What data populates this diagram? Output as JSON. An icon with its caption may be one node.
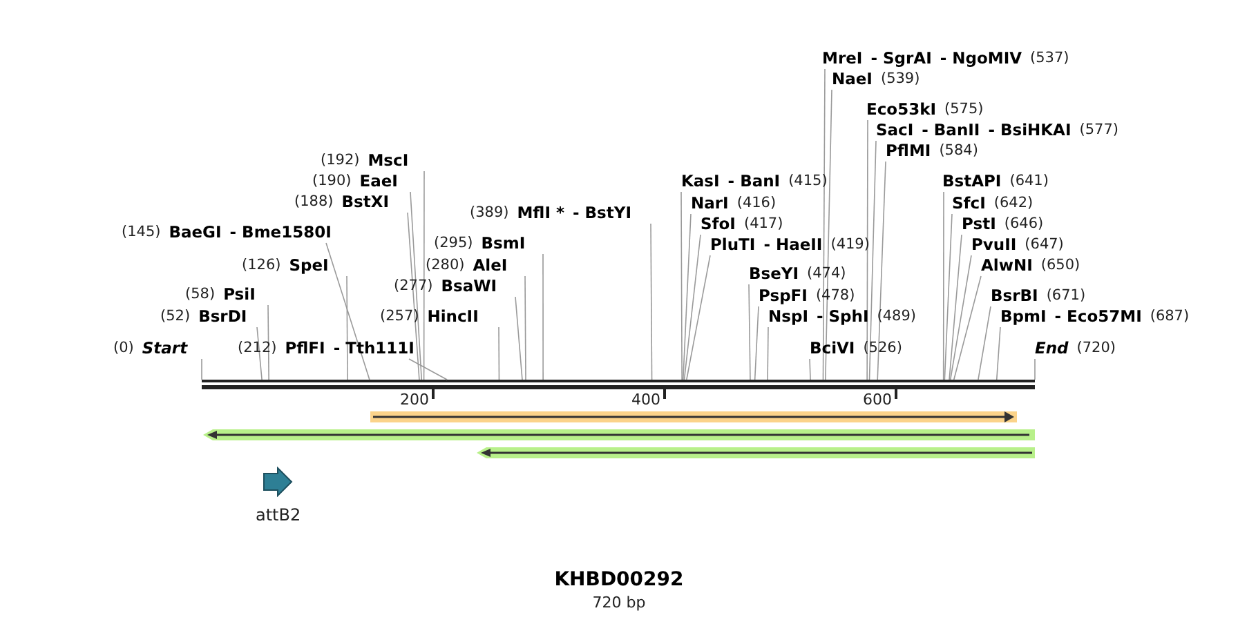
{
  "diagram": {
    "title": "KHBD00292",
    "caption": "720 bp",
    "nodes": [
      {
        "text": [
          "MreI",
          "- SgrAI",
          "- NgoMIV",
          "(537)"
        ]
      },
      {
        "text": [
          "NaeI",
          "(539)"
        ]
      },
      {
        "text": [
          "Eco53kI",
          "(575)"
        ]
      },
      {
        "text": [
          "SacI",
          "- BanII",
          "- BsiHKAI",
          "(577)"
        ]
      },
      {
        "text": [
          "PflMI",
          "(584)"
        ]
      },
      {
        "text": [
          "(192)",
          "MscI"
        ]
      },
      {
        "text": [
          "(190)",
          "EaeI"
        ]
      },
      {
        "text": [
          "KasI",
          "- BanI",
          "(415)"
        ]
      },
      {
        "text": [
          "BstAPI",
          "(641)"
        ]
      },
      {
        "text": [
          "(188)",
          "BstXI"
        ]
      },
      {
        "text": [
          "NarI",
          "(416)"
        ]
      },
      {
        "text": [
          "SfcI",
          "(642)"
        ]
      },
      {
        "text": [
          "(145)",
          "BaeGI",
          "- Bme1580I"
        ]
      },
      {
        "text": [
          "(389)",
          "MflI *",
          "- BstYI"
        ]
      },
      {
        "text": [
          "SfoI",
          "(417)"
        ]
      },
      {
        "text": [
          "PstI",
          "(646)"
        ]
      },
      {
        "text": [
          "PluTI",
          "- HaeII",
          "(419)"
        ]
      },
      {
        "text": [
          "(295)",
          "BsmI"
        ]
      },
      {
        "text": [
          "PvuII",
          "(647)"
        ]
      },
      {
        "text": [
          "(126)",
          "SpeI"
        ]
      },
      {
        "text": [
          "(280)",
          "AleI"
        ]
      },
      {
        "text": [
          "AlwNI",
          "(650)"
        ]
      },
      {
        "text": [
          "BseYI",
          "(474)"
        ]
      },
      {
        "text": [
          "(58)",
          "PsiI"
        ]
      },
      {
        "text": [
          "(277)",
          "BsaWI"
        ]
      },
      {
        "text": [
          "PspFI",
          "(478)"
        ]
      },
      {
        "text": [
          "BsrBI",
          "(671)"
        ]
      },
      {
        "text": [
          "(52)",
          "BsrDI"
        ]
      },
      {
        "text": [
          "(257)",
          "HincII"
        ]
      },
      {
        "text": [
          "NspI",
          "- SphI",
          "(489)"
        ]
      },
      {
        "text": [
          "BpmI",
          "- Eco57MI",
          "(687)"
        ]
      },
      {
        "text": [
          "(0)",
          "Start"
        ]
      },
      {
        "text": [
          "(212)",
          "PflFI",
          "- Tth111I"
        ]
      },
      {
        "text": [
          "BciVI",
          "(526)"
        ]
      },
      {
        "text": [
          "End",
          "(720)"
        ]
      },
      {
        "text": [],
        "shape": "bar"
      },
      {
        "text": [
          "attB2"
        ]
      }
    ],
    "edges": [
      {
        "from": 0,
        "to": 35,
        "arrow": "none"
      },
      {
        "from": 1,
        "to": 35,
        "arrow": "none"
      },
      {
        "from": 2,
        "to": 35,
        "arrow": "none"
      },
      {
        "from": 3,
        "to": 35,
        "arrow": "none"
      },
      {
        "from": 4,
        "to": 35,
        "arrow": "none"
      },
      {
        "from": 5,
        "to": 35,
        "arrow": "none"
      },
      {
        "from": 6,
        "to": 35,
        "arrow": "none"
      },
      {
        "from": 7,
        "to": 35,
        "arrow": "none"
      },
      {
        "from": 8,
        "to": 35,
        "arrow": "none"
      },
      {
        "from": 9,
        "to": 35,
        "arrow": "none"
      },
      {
        "from": 10,
        "to": 35,
        "arrow": "none"
      },
      {
        "from": 11,
        "to": 35,
        "arrow": "none"
      },
      {
        "from": 12,
        "to": 35,
        "arrow": "none"
      },
      {
        "from": 13,
        "to": 35,
        "arrow": "none"
      },
      {
        "from": 14,
        "to": 35,
        "arrow": "none"
      },
      {
        "from": 15,
        "to": 35,
        "arrow": "none"
      },
      {
        "from": 16,
        "to": 35,
        "arrow": "none"
      },
      {
        "from": 17,
        "to": 35,
        "arrow": "none"
      },
      {
        "from": 18,
        "to": 35,
        "arrow": "none"
      },
      {
        "from": 19,
        "to": 35,
        "arrow": "none"
      },
      {
        "from": 20,
        "to": 35,
        "arrow": "none"
      },
      {
        "from": 21,
        "to": 35,
        "arrow": "none"
      },
      {
        "from": 22,
        "to": 35,
        "arrow": "none"
      },
      {
        "from": 23,
        "to": 35,
        "arrow": "none"
      },
      {
        "from": 24,
        "to": 35,
        "arrow": "none"
      },
      {
        "from": 25,
        "to": 35,
        "arrow": "none"
      },
      {
        "from": 26,
        "to": 35,
        "arrow": "none"
      },
      {
        "from": 27,
        "to": 35,
        "arrow": "none"
      },
      {
        "from": 28,
        "to": 35,
        "arrow": "none"
      },
      {
        "from": 29,
        "to": 35,
        "arrow": "none"
      },
      {
        "from": 30,
        "to": 35,
        "arrow": "none"
      },
      {
        "from": 31,
        "to": 35,
        "arrow": "none"
      },
      {
        "from": 32,
        "to": 35,
        "arrow": "none"
      },
      {
        "from": 33,
        "to": 35,
        "arrow": "none"
      },
      {
        "from": 34,
        "to": 35,
        "arrow": "none"
      }
    ],
    "labels": [
      "200",
      "400",
      "600"
    ]
  }
}
